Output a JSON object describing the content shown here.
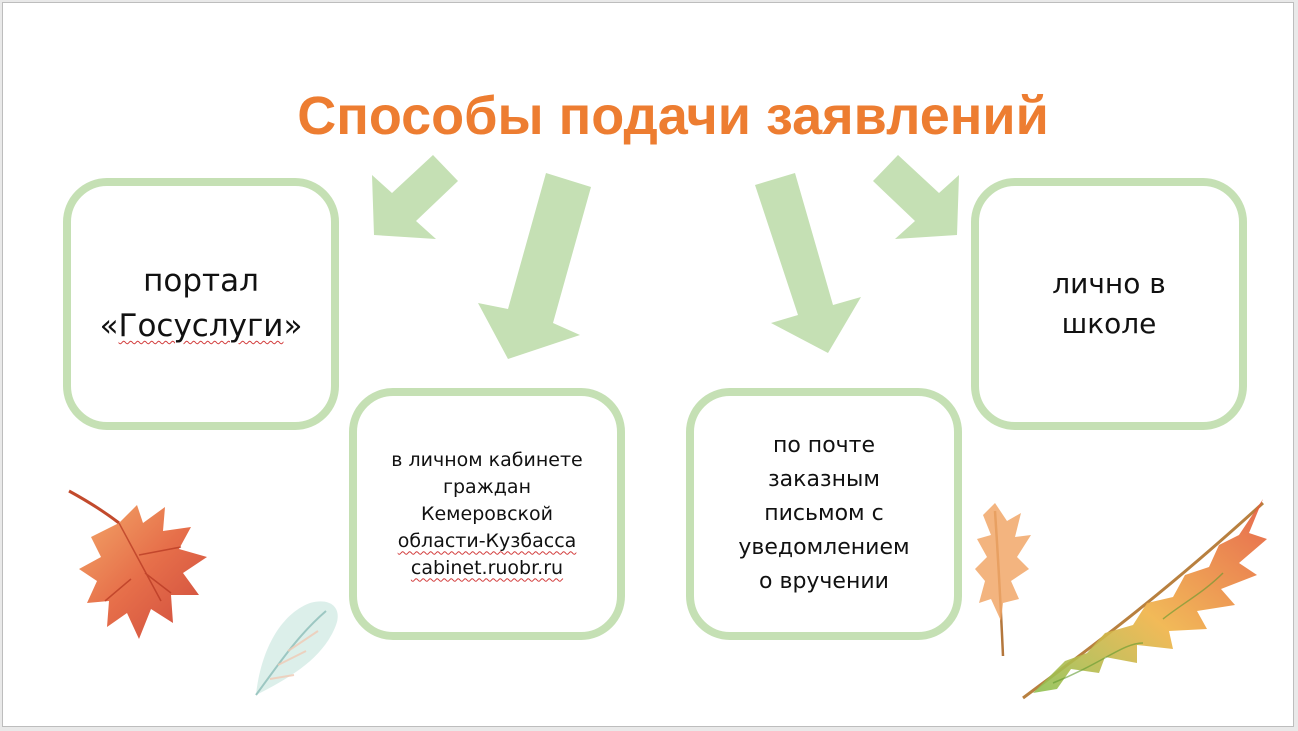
{
  "slide": {
    "title": "Способы подачи заявлений",
    "title_color": "#ed7d31",
    "box_border_color": "#c5e0b4",
    "arrow_color": "#c5e0b4",
    "methods": {
      "gosuslugi": {
        "line1": "портал",
        "line2_prefix": "«",
        "line2_word": "Госуслуги",
        "line2_suffix": "»"
      },
      "personal": {
        "line1": "лично в",
        "line2": "школе"
      },
      "cabinet": {
        "line1": "в личном кабинете",
        "line2": "граждан",
        "line3": "Кемеровской",
        "line4_word": "области-Кузбасса",
        "line5_word": "cabinet.ruobr.ru"
      },
      "mail": {
        "line1": "по почте",
        "line2": "заказным",
        "line3": "письмом с",
        "line4": "уведомлением",
        "line5": "о вручении"
      }
    },
    "decorations": [
      "maple-leaf-icon",
      "feather-leaf-icon",
      "oak-leaf-icon",
      "oak-branch-icon"
    ]
  }
}
